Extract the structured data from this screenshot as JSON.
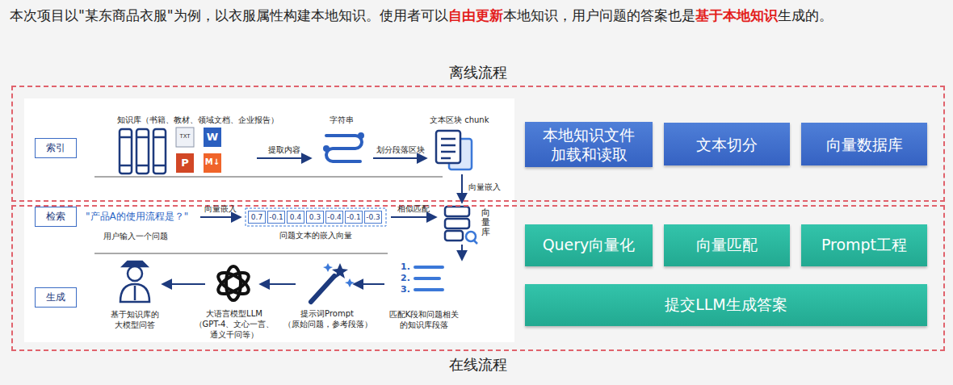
{
  "diagram": {
    "nodes": [
      {
        "text": [
          "离线流程"
        ]
      },
      {
        "text": [
          "本地知识文件 加载和读取"
        ],
        "in": 0
      },
      {
        "text": [
          "文本切分"
        ],
        "in": 0
      },
      {
        "text": [
          "向量数据库"
        ],
        "in": 0
      },
      {
        "text": [
          "在线流程"
        ]
      },
      {
        "text": [
          "Query向量化"
        ],
        "in": 4
      },
      {
        "text": [
          "向量匹配"
        ],
        "in": 4
      },
      {
        "text": [
          "Prompt工程"
        ],
        "in": 4
      },
      {
        "text": [
          "提交LLM生成答案"
        ],
        "in": 4
      },
      {
        "text": [
          "索引"
        ],
        "in": 0
      },
      {
        "text": [
          "检索"
        ],
        "in": 4
      },
      {
        "text": [
          "生成"
        ],
        "in": 4
      },
      {
        "text": [
          "0.7"
        ],
        "in": 4
      },
      {
        "text": [
          "-0.1"
        ],
        "in": 4
      },
      {
        "text": [
          "0.4"
        ],
        "in": 4
      },
      {
        "text": [
          "0.3"
        ],
        "in": 4
      },
      {
        "text": [
          "-0.4"
        ],
        "in": 4
      },
      {
        "text": [
          "-0.1"
        ],
        "in": 4
      },
      {
        "text": [
          "-0.3"
        ],
        "in": 4
      }
    ],
    "labels": [
      "本次项目以\"某东商品衣服\"为例，以衣服属性构建本地知识。使用者可以",
      "自由更新",
      "本地知识，用户问题的答案也是",
      "基于本地知识",
      "生成的。",
      "知识库（书籍、教材、领域文档、企业报告）",
      "TXT",
      "W",
      "P",
      "M↓",
      "提取内容",
      "字符串",
      "划分段落区块",
      "文本区块 chunk",
      "向量嵌入",
      "\"产品A的使用流程是？\"",
      "向量嵌入",
      "用户输入一个问题",
      "问题文本的嵌入向量",
      "相似匹配",
      "向量库",
      "1.",
      "2.",
      "3.",
      "基于知识库的大模型问答",
      "大语言模型LLM",
      "（GPT-4、文心一言、通义千问等）",
      "提示词Prompt",
      "（原始问题，参考段落）",
      "匹配K段和问题相关的知识库段落"
    ]
  }
}
